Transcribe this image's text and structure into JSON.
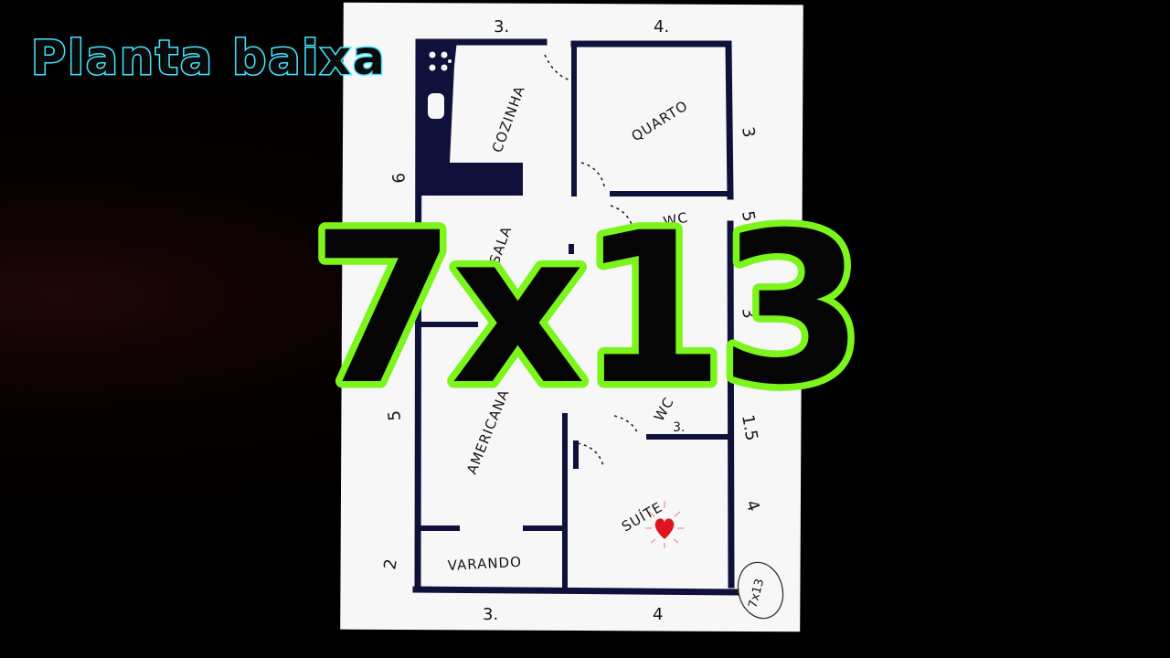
{
  "overlay": {
    "title": "Planta baixa",
    "big_label": "7x13",
    "title_color": "#4fe7ff",
    "big_outline_color": "#7cf51c"
  },
  "plan": {
    "rooms": {
      "cozinha": "COZINHA",
      "quarto": "QUARTO",
      "wc": "WC",
      "sala": "SALA",
      "americana": "AMERICANA",
      "suite": "SUÍTE",
      "varanda": "VARANDO",
      "bwc": "WC"
    },
    "dimensions": {
      "top_left": "3.",
      "top_right": "4.",
      "right_1": "3",
      "right_2": "5",
      "right_3": "3",
      "right_4": "1.5",
      "right_5": "4",
      "left_1": "6",
      "left_2": "5",
      "left_3": "2",
      "inner": "3.",
      "bottom_left": "3.",
      "bottom_right": "4"
    },
    "signature": "7x13",
    "heart_color": "#e0141f",
    "wall_color": "#10113a"
  }
}
